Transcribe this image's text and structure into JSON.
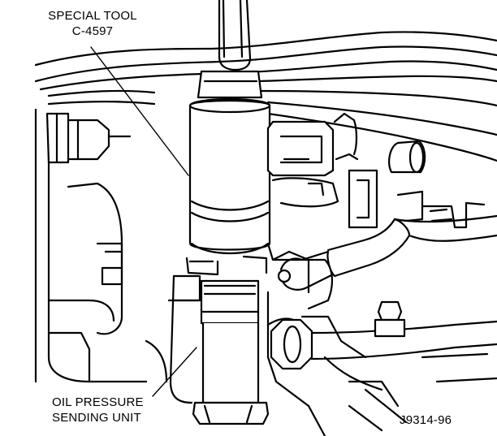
{
  "labels": {
    "special_tool_line1": "SPECIAL TOOL",
    "special_tool_line2": "C-4597",
    "sending_unit_line1": "OIL PRESSURE",
    "sending_unit_line2": "SENDING UNIT",
    "figure_id": "J9314-96"
  }
}
